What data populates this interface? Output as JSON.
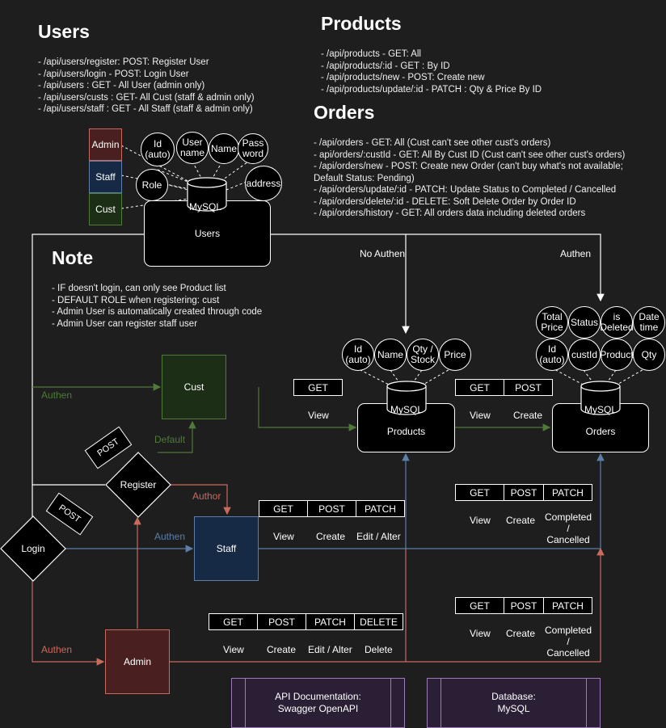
{
  "users": {
    "title": "Users",
    "lines": [
      "- /api/users/register: POST: Register User",
      "- /api/users/login - POST: Login User",
      "- /api/users : GET - All User (admin only)",
      "- /api/users/custs : GET- All Cust (staff & admin only)",
      "- /api/users/staff : GET - All Staff (staff & admin only)"
    ]
  },
  "products": {
    "title": "Products",
    "lines": [
      "- /api/products - GET: All",
      "- /api/products/:id - GET : By ID",
      "- /api/products/new - POST: Create new",
      "- /api/products/update/:id - PATCH : Qty & Price By ID"
    ]
  },
  "orders": {
    "title": "Orders",
    "lines": [
      "- /api/orders - GET: All (Cust can't see other cust's orders)",
      "- api/orders/:custId - GET: All By Cust ID (Cust can't see other cust's orders)",
      "- /api/orders/new - POST: Create new Order (can't buy what's not available; Default Status: Pending)",
      "- /api/orders/update/:id - PATCH: Update Status to Completed / Cancelled",
      "- /api/orders/delete/:id - DELETE: Soft Delete Order by Order ID",
      "- /api/orders/history - GET: All orders data including deleted orders"
    ]
  },
  "note": {
    "title": "Note",
    "lines": [
      "- IF doesn't login, can only see Product list",
      "- DEFAULT ROLE when registering: cust",
      "- Admin User is automatically created through code",
      "- Admin User can register staff user"
    ]
  },
  "roles": {
    "admin": "Admin",
    "staff": "Staff",
    "cust": "Cust"
  },
  "user_fields": {
    "id": "Id\n(auto)",
    "username": "User\nname",
    "name": "Name",
    "password": "Pass\nword",
    "role": "Role",
    "address": "address"
  },
  "product_fields": {
    "id": "Id\n(auto)",
    "name": "Name",
    "qty": "Qty /\nStock",
    "price": "Price"
  },
  "order_fields": {
    "total": "Total\nPrice",
    "status": "Status",
    "deleted": "is\nDeleted",
    "date": "Date\ntime",
    "id": "Id\n(auto)",
    "custid": "custId",
    "product": "Product",
    "qty": "Qty"
  },
  "db": {
    "mysql": "MySQL"
  },
  "entities": {
    "users": "Users",
    "products": "Products",
    "orders": "Orders"
  },
  "actors": {
    "cust": "Cust",
    "staff": "Staff",
    "admin": "Admin",
    "login": "Login",
    "register": "Register"
  },
  "edges": {
    "no_authen": "No Authen",
    "authen": "Authen",
    "default": "Default",
    "author": "Author"
  },
  "methods": {
    "get": "GET",
    "post": "POST",
    "patch": "PATCH",
    "delete": "DELETE",
    "view": "View",
    "create": "Create",
    "edit": "Edit / Alter",
    "del": "Delete",
    "completed": "Completed\n/\nCancelled"
  },
  "footer": {
    "api_doc": "API Documentation:\nSwagger OpenAPI",
    "database": "Database:\nMySQL"
  },
  "colors": {
    "green": "#4f7a3a",
    "blue": "#5b7fa8",
    "red": "#c96a5e",
    "purple": "#9b7bb5"
  }
}
